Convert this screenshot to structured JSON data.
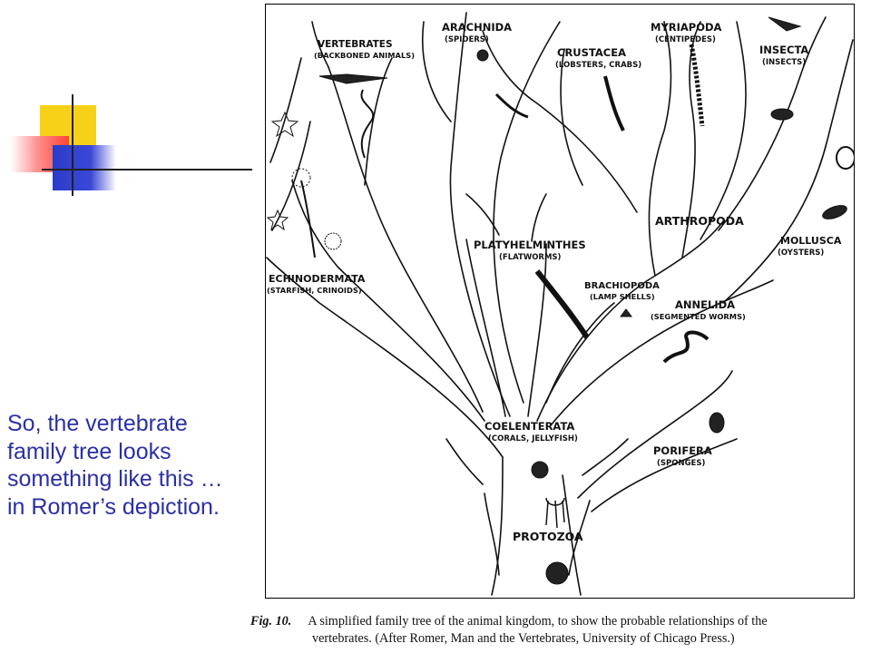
{
  "slide": {
    "caption": "So, the vertebrate family tree looks something like this … in Romer’s depiction."
  },
  "figure": {
    "labels": {
      "vertebrates": "VERTEBRATES",
      "vertebrates_sub": "(BACKBONED ANIMALS)",
      "arachnida": "ARACHNIDA",
      "arachnida_sub": "(SPIDERS)",
      "myriapoda": "MYRIAPODA",
      "myriapoda_sub": "(CENTIPEDES)",
      "crustacea": "CRUSTACEA",
      "crustacea_sub": "(LOBSTERS, CRABS)",
      "insecta": "INSECTA",
      "insecta_sub": "(INSECTS)",
      "arthropoda": "ARTHROPODA",
      "mollusca": "MOLLUSCA",
      "mollusca_sub": "(OYSTERS)",
      "platyhelminthes": "PLATYHELMINTHES",
      "platyhelminthes_sub": "(FLATWORMS)",
      "brachiopoda": "BRACHIOPODA",
      "brachiopoda_sub": "(LAMP SHELLS)",
      "annelida": "ANNELIDA",
      "annelida_sub": "(SEGMENTED WORMS)",
      "echinodermata": "ECHINODERMATA",
      "echinodermata_sub": "(STARFISH, CRINOIDS)",
      "coelenterata": "COELENTERATA",
      "coelenterata_sub": "(CORALS, JELLYFISH)",
      "porifera": "PORIFERA",
      "porifera_sub": "(SPONGES)",
      "protozoa": "PROTOZOA"
    },
    "caption_label": "Fig. 10.",
    "caption_line1": "A simplified family tree of the animal kingdom, to show the probable relationships of the",
    "caption_line2": "vertebrates. (After Romer, Man and the Vertebrates, University of Chicago Press.)"
  },
  "colors": {
    "caption_text": "#2b2fa6",
    "deco_yellow": "#f7d117",
    "deco_red": "#ff3b3b",
    "deco_blue": "#2b3bc8"
  }
}
